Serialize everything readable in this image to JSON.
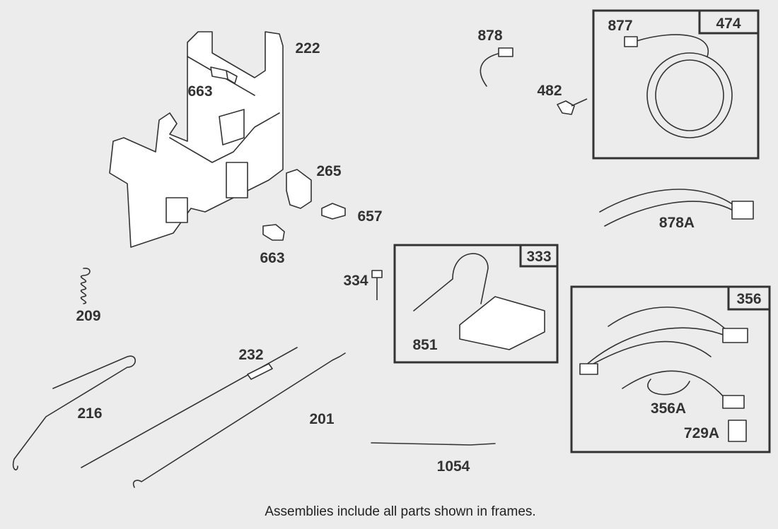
{
  "parts": {
    "p222": "222",
    "p663a": "663",
    "p878": "878",
    "p877": "877",
    "p482": "482",
    "p265": "265",
    "p657": "657",
    "p663b": "663",
    "p878A": "878A",
    "p334": "334",
    "p209": "209",
    "p851": "851",
    "p232": "232",
    "p216": "216",
    "p201": "201",
    "p356A": "356A",
    "p729A": "729A",
    "p1054": "1054"
  },
  "frames": {
    "f474": "474",
    "f333": "333",
    "f356": "356"
  },
  "caption": "Assemblies include all parts shown in frames."
}
